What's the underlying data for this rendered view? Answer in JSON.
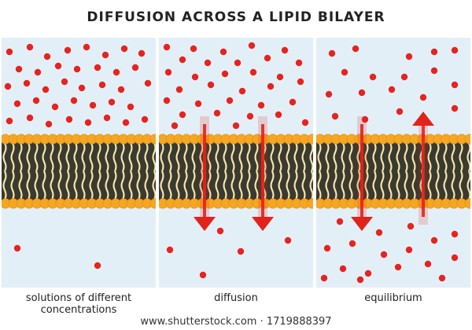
{
  "title": "DIFFUSION ACROSS A LIPID BILAYER",
  "panels": [
    {
      "id": "p1",
      "caption": "solutions of different\nconcentrations"
    },
    {
      "id": "p2",
      "caption": "diffusion"
    },
    {
      "id": "p3",
      "caption": "equilibrium"
    }
  ],
  "footer": "www.shutterstock.com · 1719888397",
  "colors": {
    "water": "#e3eff7",
    "head": "#f5a623",
    "tail": "#f6e6b0",
    "core": "#3a3a2e",
    "molecule": "#e52420",
    "arrow": "#e2231a"
  }
}
